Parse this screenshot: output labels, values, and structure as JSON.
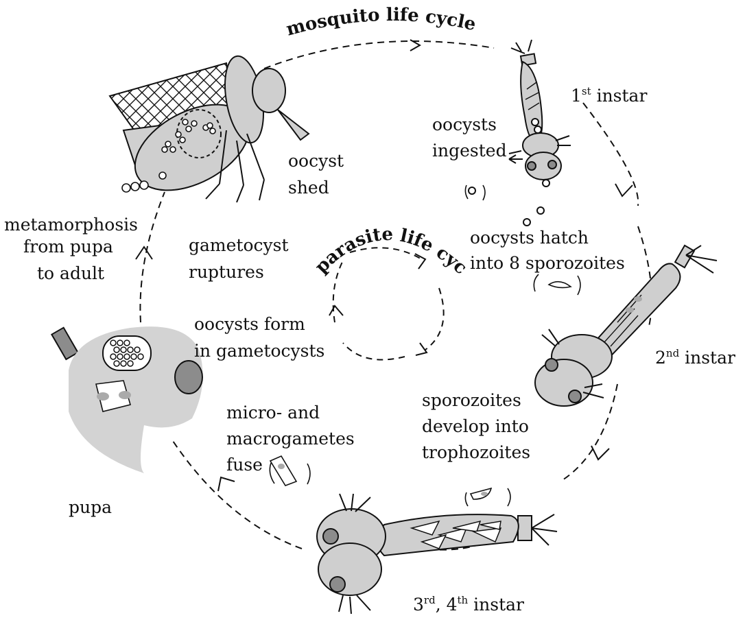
{
  "titles": {
    "mosquito_cycle": "mosquito life cycle",
    "parasite_cycle": "parasite life cycle"
  },
  "stages": {
    "first_instar": {
      "num": "1",
      "sup": "st",
      "word": " instar"
    },
    "second_instar": {
      "num": "2",
      "sup": "nd",
      "word": " instar"
    },
    "third_fourth_instar": {
      "num1": "3",
      "sup1": "rd",
      "sep": ", 4",
      "sup2": "th",
      "word": " instar"
    },
    "pupa": "pupa"
  },
  "mosquito_labels": {
    "metamorphosis": [
      "metamorphosis",
      "from pupa",
      "to adult"
    ]
  },
  "parasite_labels": {
    "oocyst_shed": [
      "oocyst",
      "shed"
    ],
    "oocysts_ingested": [
      "oocysts",
      "ingested"
    ],
    "oocysts_hatch": [
      "oocysts hatch",
      "into 8 sporozoites"
    ],
    "sporozoites_develop": [
      "sporozoites",
      "develop into",
      "trophozoites"
    ],
    "gametes_fuse": [
      "micro- and",
      "macrogametes",
      "fuse"
    ],
    "oocysts_form": [
      "oocysts form",
      "in gametocysts"
    ],
    "gametocyst_ruptures": [
      "gametocyst",
      "ruptures"
    ]
  },
  "colors": {
    "body_fill": "#cfcfcf",
    "pupa_fill": "#d3d3d3",
    "eye_fill": "#8c8c8c",
    "line": "#111111"
  }
}
